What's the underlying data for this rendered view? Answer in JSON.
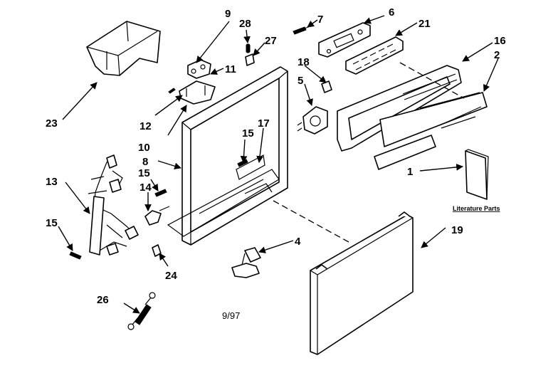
{
  "callouts": {
    "c1": "1",
    "c2": "2",
    "c4": "4",
    "c5": "5",
    "c6": "6",
    "c7": "7",
    "c8": "8",
    "c9": "9",
    "c10": "10",
    "c11": "11",
    "c12": "12",
    "c13": "13",
    "c14": "14",
    "c15a": "15",
    "c15b": "15",
    "c15c": "15",
    "c16": "16",
    "c17": "17",
    "c18": "18",
    "c19": "19",
    "c21": "21",
    "c23": "23",
    "c24": "24",
    "c26": "26",
    "c27": "27",
    "c28": "28"
  },
  "literature_label": "Literature Parts",
  "date_code": "9/97"
}
